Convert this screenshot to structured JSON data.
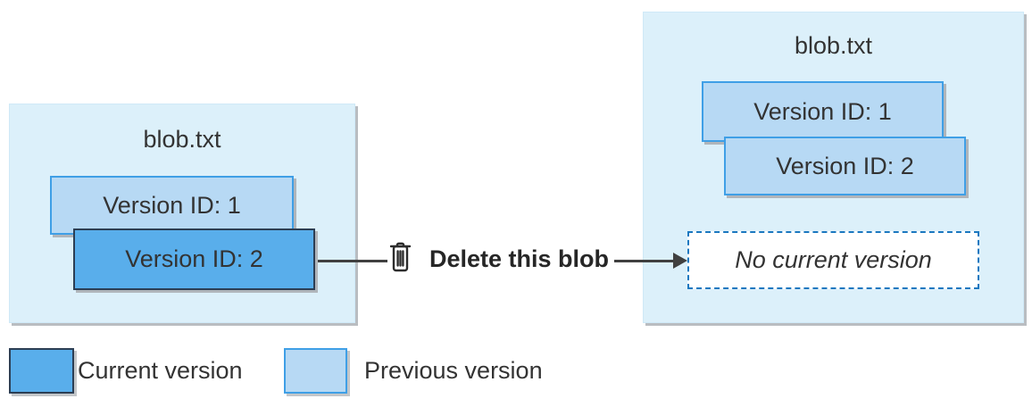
{
  "left_blob": {
    "title": "blob.txt",
    "versions": [
      {
        "label": "Version ID: 1",
        "state": "previous"
      },
      {
        "label": "Version ID: 2",
        "state": "current"
      }
    ]
  },
  "action": {
    "icon": "trash-icon",
    "label": "Delete this blob"
  },
  "right_blob": {
    "title": "blob.txt",
    "versions": [
      {
        "label": "Version ID: 1",
        "state": "previous"
      },
      {
        "label": "Version ID: 2",
        "state": "previous"
      }
    ],
    "no_current_label": "No current version"
  },
  "legend": {
    "items": [
      {
        "label": "Current version",
        "swatch": "current"
      },
      {
        "label": "Previous version",
        "swatch": "previous"
      }
    ]
  },
  "colors": {
    "container_fill": "#dcf0fa",
    "previous_fill": "#b7d9f4",
    "previous_border": "#3f9fe6",
    "current_fill": "#59aeeb",
    "current_border": "#2c3e54",
    "dashed_border": "#1b78c0",
    "connector": "#404040",
    "text": "#333333"
  }
}
